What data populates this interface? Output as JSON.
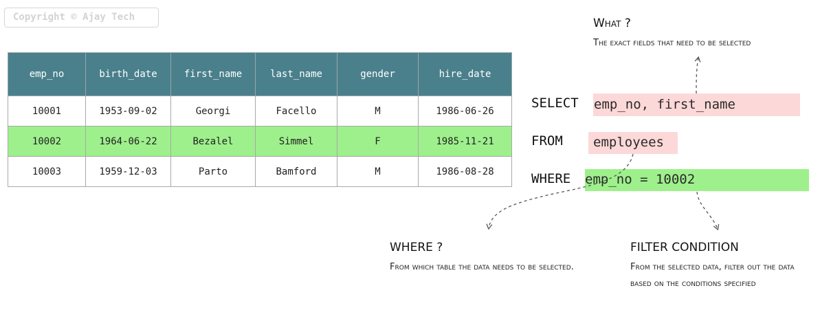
{
  "copyright": "Copyright © Ajay Tech",
  "table": {
    "columns": [
      "emp_no",
      "birth_date",
      "first_name",
      "last_name",
      "gender",
      "hire_date"
    ],
    "rows": [
      [
        "10001",
        "1953-09-02",
        "Georgi",
        "Facello",
        "M",
        "1986-06-26"
      ],
      [
        "10002",
        "1964-06-22",
        "Bezalel",
        "Simmel",
        "F",
        "1985-11-21"
      ],
      [
        "10003",
        "1959-12-03",
        "Parto",
        "Bamford",
        "M",
        "1986-08-28"
      ]
    ],
    "highlighted_row": 1,
    "highlight_color": "#9ef08c",
    "header_color": "#4a808c"
  },
  "sql": {
    "select_keyword": "SELECT",
    "select_fields": "emp_no, first_name",
    "from_keyword": "FROM",
    "from_table": "employees",
    "where_keyword": "WHERE",
    "where_condition": "emp_no = 10002",
    "select_highlight_color": "#fdd8d8",
    "where_highlight_color": "#9ef08c"
  },
  "annotations": {
    "what": {
      "title": "What ?",
      "text": "The exact fields that need to be selected"
    },
    "where": {
      "title": "WHERE ?",
      "text": "From which table the data needs to be selected."
    },
    "filter": {
      "title": "FILTER CONDITION",
      "text": "From the selected data, filter out the data based on the conditions specified"
    }
  }
}
